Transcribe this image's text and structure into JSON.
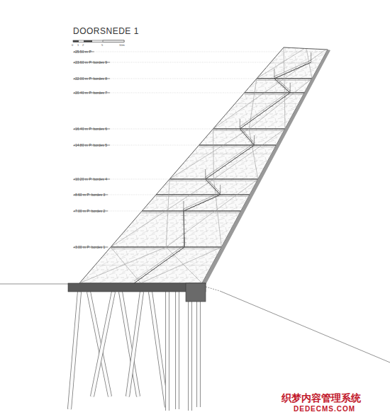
{
  "diagram": {
    "title": "DOORSNEDE 1",
    "labels": [
      "0",
      "1",
      "2",
      "5",
      "10m",
      "+25.50 m P",
      "+23.60 m P: bordes 9",
      "+22.00 m P: bordes 8",
      "+20.40 m P: bordes 7",
      "+16.40 m P: bordes 6",
      "+14.80 m P: bordes 5",
      "+10.20 m P: bordes 4",
      "+8.60 m P: bordes 3",
      "+7.00 m P: bordes 2",
      "+3.00 m P: bordes 1",
      "织梦内容管理系统",
      "DEDECMS.COM"
    ]
  }
}
